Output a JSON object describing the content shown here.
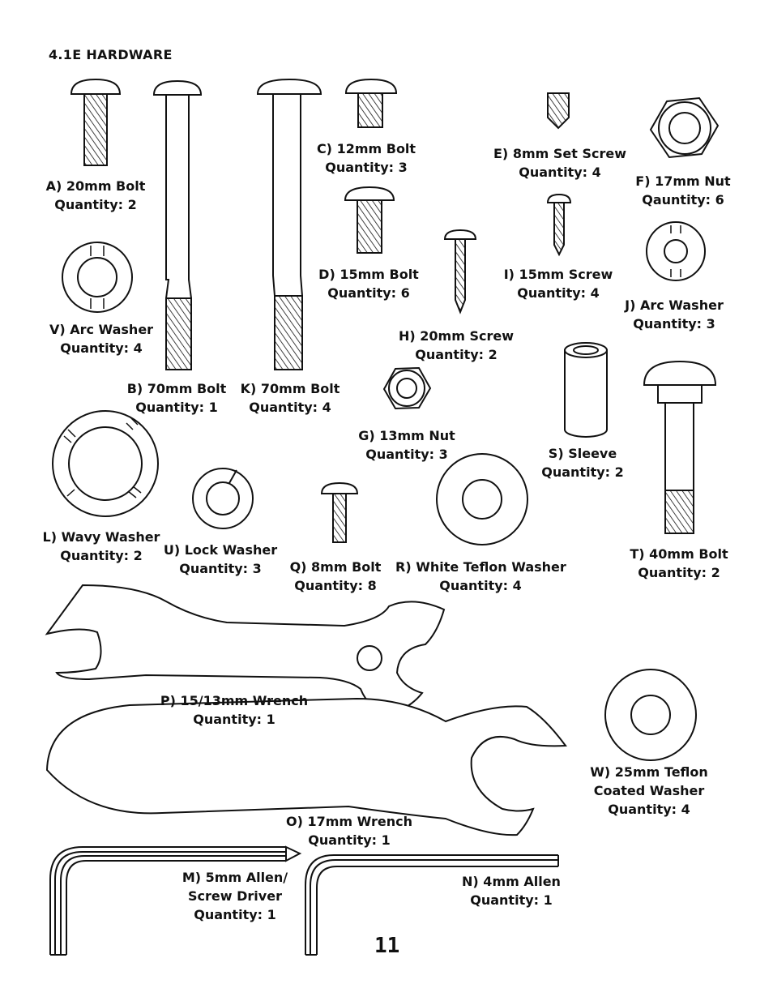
{
  "section_title": "4.1E HARDWARE",
  "page_number": "11",
  "parts": {
    "a": {
      "name": "A) 20mm Bolt",
      "qty": "Quantity: 2"
    },
    "b": {
      "name": "B) 70mm Bolt",
      "qty": "Quantity: 1"
    },
    "c": {
      "name": "C) 12mm Bolt",
      "qty": "Quantity: 3"
    },
    "d": {
      "name": "D) 15mm Bolt",
      "qty": "Quantity: 6"
    },
    "e": {
      "name": "E) 8mm Set Screw",
      "qty": "Quantity: 4"
    },
    "f": {
      "name": "F) 17mm Nut",
      "qty": "Qauntity: 6"
    },
    "g": {
      "name": "G) 13mm Nut",
      "qty": "Quantity: 3"
    },
    "h": {
      "name": "H) 20mm Screw",
      "qty": "Quantity: 2"
    },
    "i": {
      "name": "I) 15mm Screw",
      "qty": "Quantity: 4"
    },
    "j": {
      "name": "J) Arc Washer",
      "qty": "Quantity: 3"
    },
    "k": {
      "name": "K) 70mm Bolt",
      "qty": "Quantity: 4"
    },
    "l": {
      "name": "L) Wavy Washer",
      "qty": "Quantity: 2"
    },
    "m": {
      "line1": "M) 5mm Allen/",
      "line2": "Screw Driver",
      "qty": "Quantity: 1"
    },
    "n": {
      "name": "N) 4mm Allen",
      "qty": "Quantity: 1"
    },
    "o": {
      "name": "O) 17mm Wrench",
      "qty": "Quantity: 1"
    },
    "p": {
      "name": "P) 15/13mm Wrench",
      "qty": "Quantity: 1"
    },
    "q": {
      "name": "Q) 8mm Bolt",
      "qty": "Quantity: 8"
    },
    "r": {
      "name": "R) White Teflon Washer",
      "qty": "Quantity: 4"
    },
    "s": {
      "name": "S) Sleeve",
      "qty": "Quantity: 2"
    },
    "t": {
      "name": "T) 40mm Bolt",
      "qty": "Quantity: 2"
    },
    "u": {
      "name": "U) Lock Washer",
      "qty": "Quantity: 3"
    },
    "v": {
      "name": "V) Arc Washer",
      "qty": "Quantity: 4"
    },
    "w": {
      "line1": "W) 25mm Teflon",
      "line2": "Coated Washer",
      "qty": "Quantity: 4"
    }
  }
}
